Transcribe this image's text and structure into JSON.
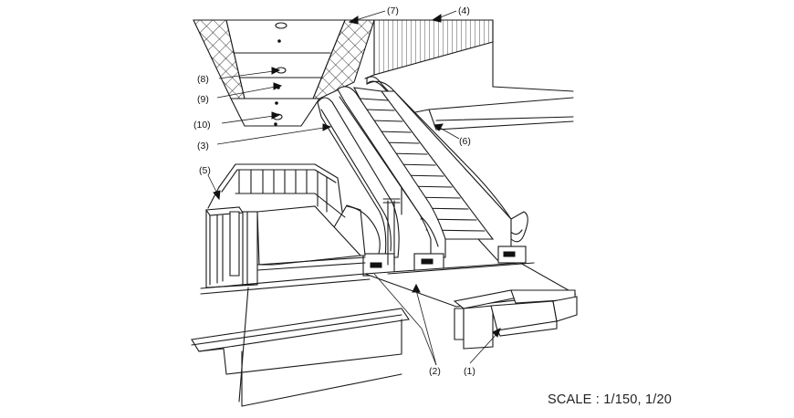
{
  "callouts": [
    {
      "id": "7",
      "label": "(7)"
    },
    {
      "id": "4",
      "label": "(4)"
    },
    {
      "id": "8",
      "label": "(8)"
    },
    {
      "id": "9",
      "label": "(9)"
    },
    {
      "id": "10",
      "label": "(10)"
    },
    {
      "id": "3",
      "label": "(3)"
    },
    {
      "id": "5",
      "label": "(5)"
    },
    {
      "id": "6",
      "label": "(6)"
    },
    {
      "id": "2",
      "label": "(2)"
    },
    {
      "id": "1",
      "label": "(1)"
    }
  ],
  "scale_note": "SCALE : 1/150, 1/20"
}
